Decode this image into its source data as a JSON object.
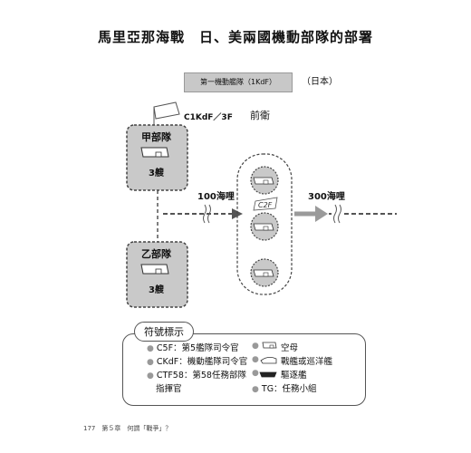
{
  "title": "馬里亞那海戰　日、美兩國機動部隊的部署",
  "fleet_label": "第一機動艦隊（1KdF）",
  "country_label": "（日本）",
  "command_label": "C1KdF／3F",
  "vanguard_label": "前衛",
  "unit_a": {
    "name": "甲部隊",
    "count": "3艘"
  },
  "unit_b": {
    "name": "乙部隊",
    "count": "3艘"
  },
  "vanguard_command": "C2F",
  "distance_near": "100海哩",
  "distance_far": "300海哩",
  "legend": {
    "title": "符號標示",
    "items": [
      {
        "text": "C5F：第5艦隊司令官"
      },
      {
        "text": "CKdF：機動艦隊司令官"
      },
      {
        "text": "CTF58：第58任務部隊"
      },
      {
        "text": "指揮官"
      },
      {
        "icon": "aircraft-carrier-icon",
        "text": "空母"
      },
      {
        "icon": "battleship-cruiser-icon",
        "text": "戰艦或巡洋艦"
      },
      {
        "icon": "destroyer-icon",
        "text": "驅逐艦"
      },
      {
        "text": "TG：任務小組"
      }
    ]
  },
  "footer": "177　第５章　何謂「戰爭」？",
  "colors": {
    "unit_fill": "#c9c9c9",
    "arrow": "#9a9a9a",
    "dashed": "#555555"
  }
}
